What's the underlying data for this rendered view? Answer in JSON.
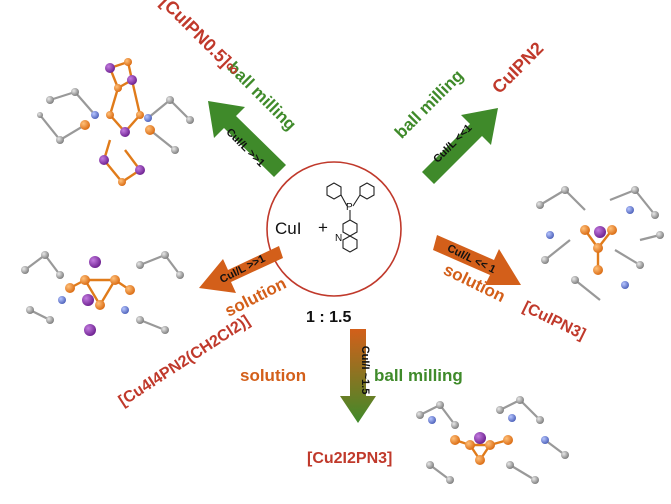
{
  "center": {
    "reagent": "CuI",
    "plus": "+",
    "atom_p": "P",
    "atom_n": "N",
    "ratio": "1 : 1.5"
  },
  "routes": {
    "top_left": {
      "method": "ball milling",
      "condition": "CuI/L >>1",
      "product": "[CuIPN0.5]∞"
    },
    "top_right": {
      "method": "ball milling",
      "condition": "CuI/L <<1",
      "product": "CuIPN2"
    },
    "left": {
      "method": "solution",
      "condition": "CuI/L >>1",
      "product": "[Cu4I4PN2(CH2Cl2)]"
    },
    "right": {
      "method": "solution",
      "condition": "CuI/L << 1",
      "product": "[CuIPN3]"
    },
    "bottom": {
      "method_left": "solution",
      "method_right": "ball milling",
      "condition": "CuI/I ~1.5",
      "product": "[Cu2I2PN3]"
    }
  },
  "colors": {
    "green": "#3f8a2a",
    "orange": "#d35f1a",
    "red": "#c0392b",
    "circle": "#c0392b"
  }
}
